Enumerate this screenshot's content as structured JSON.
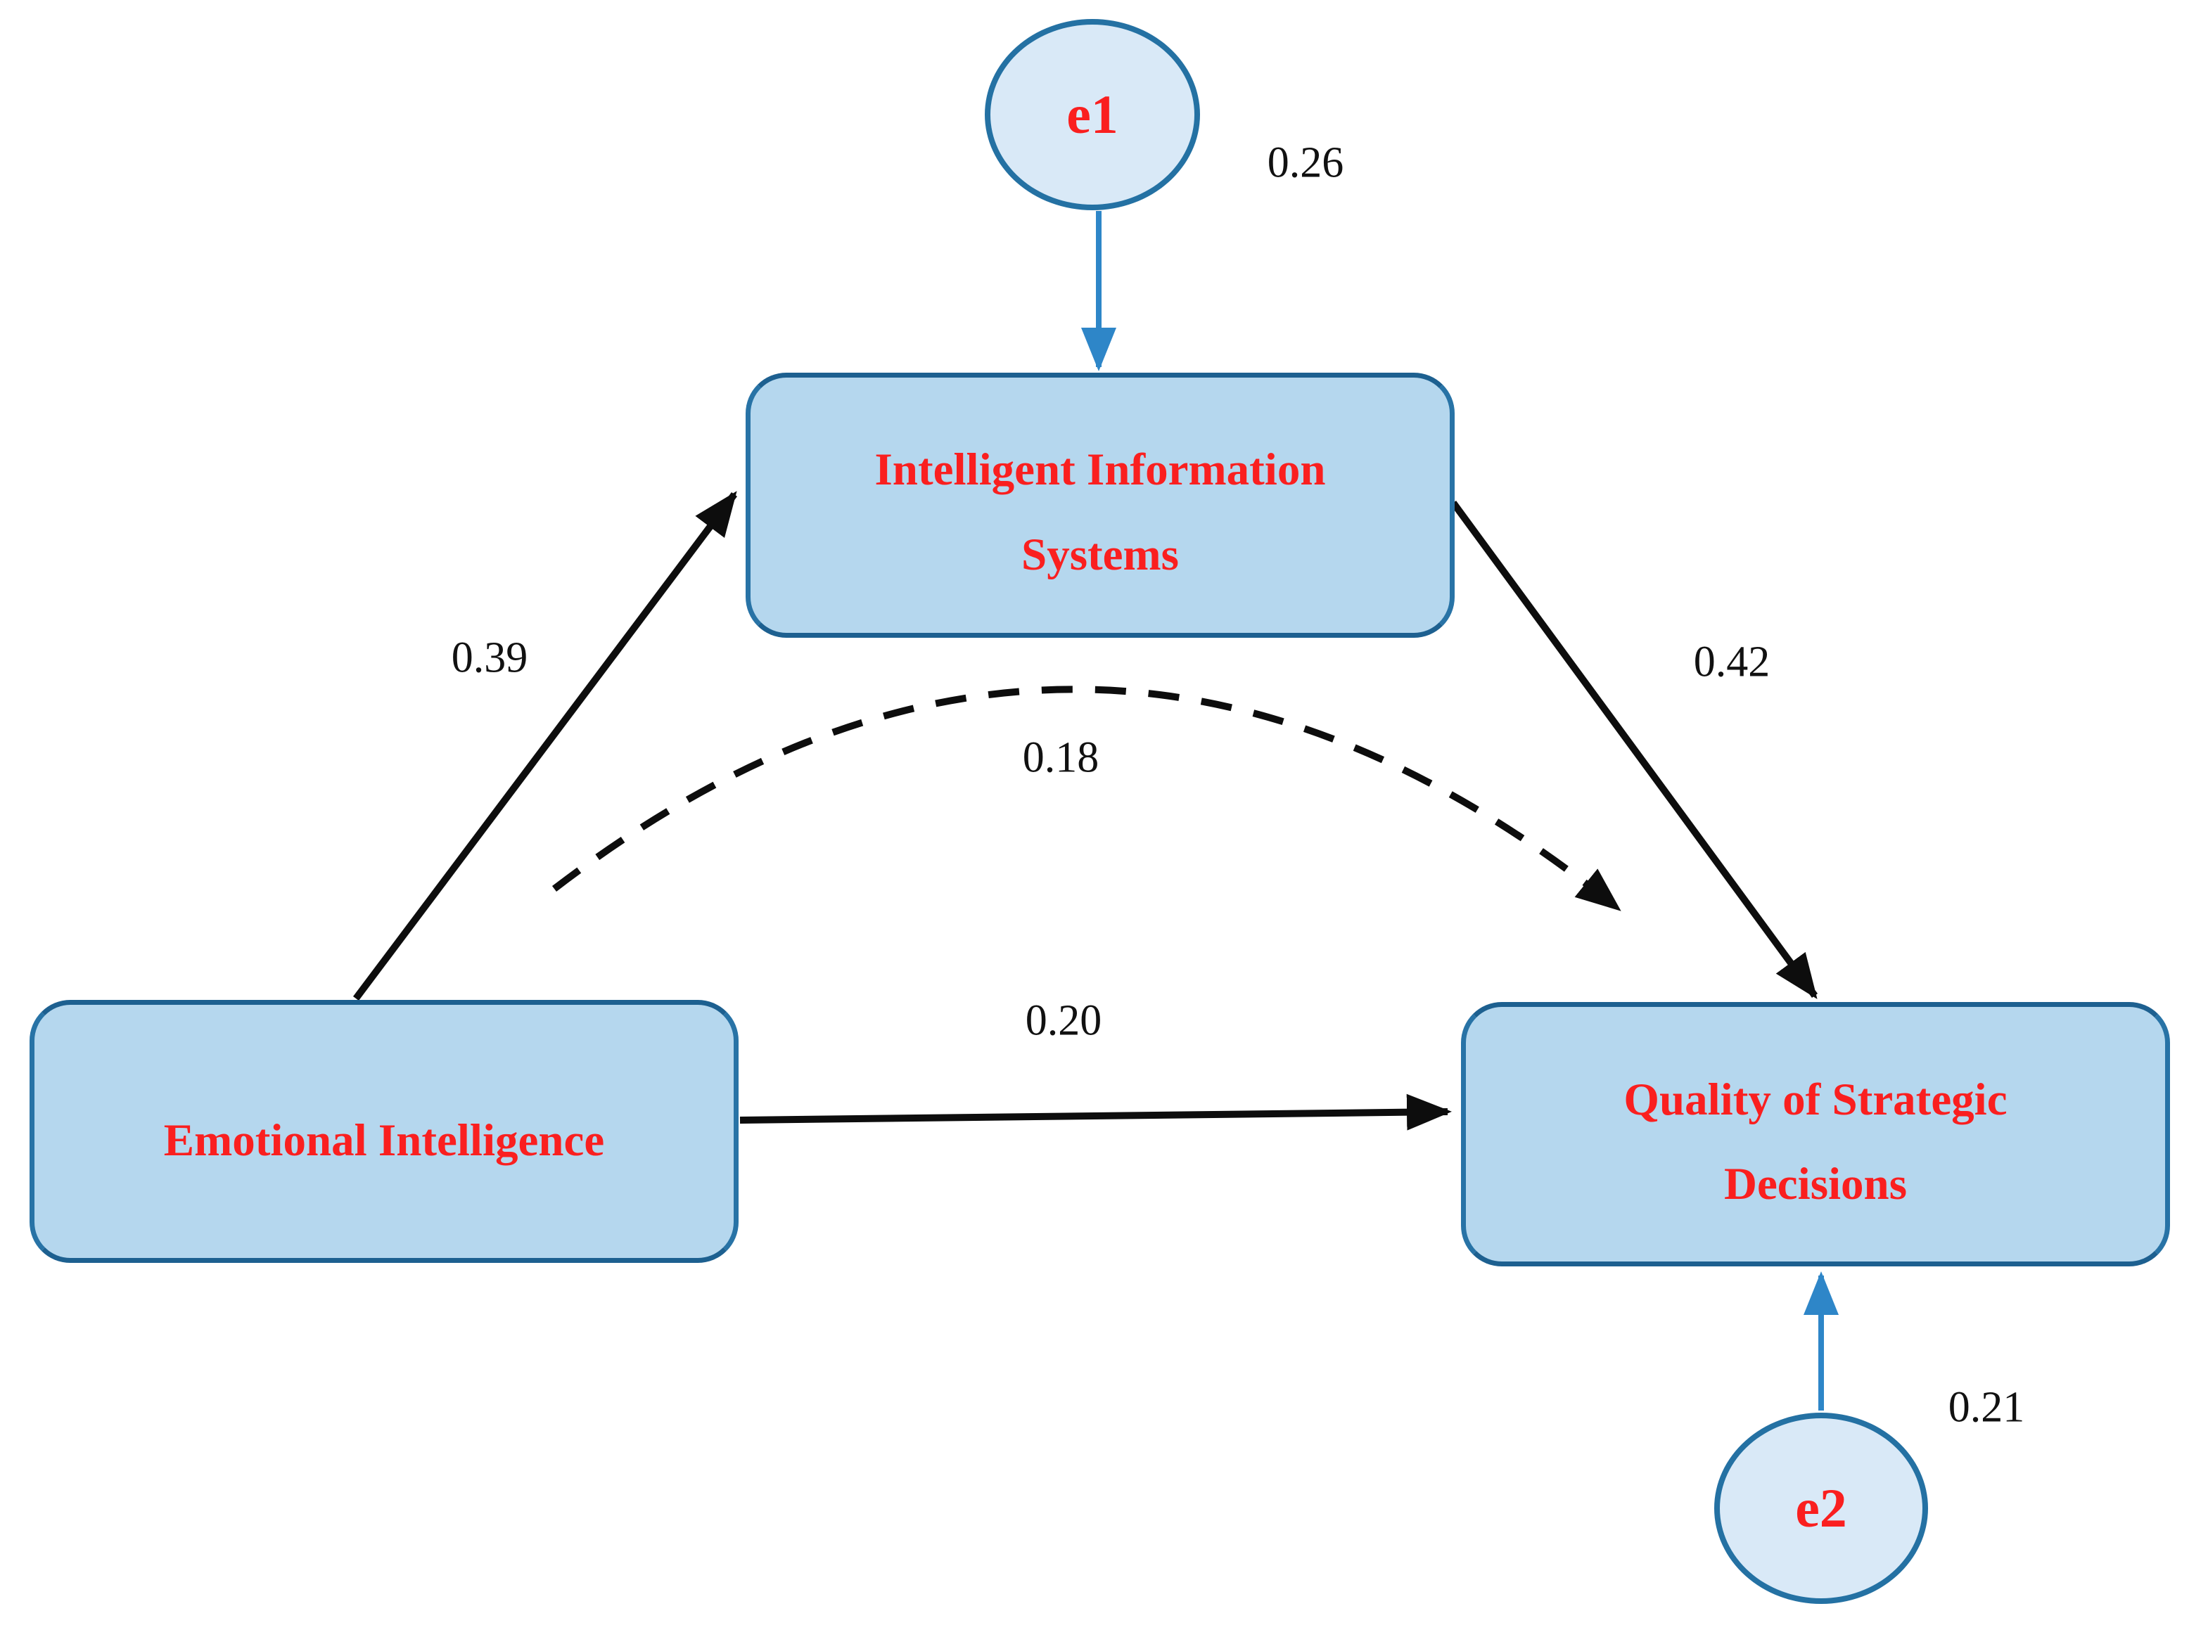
{
  "diagram": {
    "type": "mediation-path-model",
    "colors": {
      "page_bg": "#ffffff",
      "box_fill": "#b5d7ee",
      "box_border": "#2873a6",
      "box_border_dark": "#1d6090",
      "circle_fill": "#d9e9f7",
      "circle_border": "#2471a3",
      "arrow_blue": "#2e86c8",
      "arrow_black": "#0d0d0d",
      "label_red": "#fa1f1f",
      "label_black": "#111111"
    },
    "nodes": {
      "emotional_intelligence": {
        "label": "Emotional Intelligence"
      },
      "intelligent_information_systems": {
        "lines": [
          "Intelligent Information",
          "Systems"
        ]
      },
      "quality_of_strategic_decisions": {
        "lines": [
          "Quality of Strategic",
          "Decisions"
        ]
      },
      "error_term_1": {
        "label": "e1"
      },
      "error_term_2": {
        "label": "e2"
      }
    },
    "paths": [
      {
        "id": "ei-to-iis",
        "from": "Emotional Intelligence",
        "to": "Intelligent Information Systems",
        "coefficient": "0.39",
        "style": "solid-black"
      },
      {
        "id": "iis-to-qsd",
        "from": "Intelligent Information Systems",
        "to": "Quality of Strategic Decisions",
        "coefficient": "0.42",
        "style": "solid-black"
      },
      {
        "id": "ei-to-qsd-direct",
        "from": "Emotional Intelligence",
        "to": "Quality of Strategic Decisions",
        "coefficient": "0.20",
        "style": "solid-black"
      },
      {
        "id": "ei-to-qsd-indirect",
        "from": "Emotional Intelligence",
        "to": "Quality of Strategic Decisions",
        "coefficient": "0.18",
        "style": "dashed-black"
      },
      {
        "id": "e1-to-iis",
        "from": "e1",
        "to": "Intelligent Information Systems",
        "coefficient": "0.26",
        "style": "solid-blue"
      },
      {
        "id": "e2-to-qsd",
        "from": "e2",
        "to": "Quality of Strategic Decisions",
        "coefficient": "0.21",
        "style": "solid-blue"
      }
    ]
  }
}
